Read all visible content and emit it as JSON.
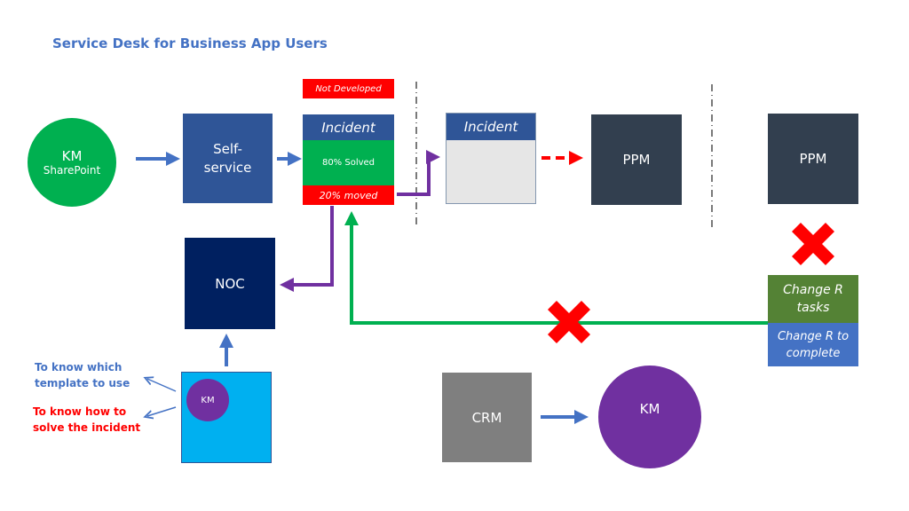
{
  "title": "Service Desk for Business App Users",
  "nodes": {
    "km_sharepoint": {
      "line1": "KM",
      "line2": "SharePoint",
      "color": "#00b050"
    },
    "self_service": {
      "line1": "Self-",
      "line2": "service",
      "color": "#2f5597"
    },
    "not_developed": {
      "label": "Not Developed",
      "color": "#ff0000"
    },
    "incident_primary": {
      "header": "Incident",
      "solved": "80% Solved",
      "moved": "20% moved"
    },
    "incident_secondary": {
      "header": "Incident"
    },
    "ppm_1": {
      "label": "PPM",
      "color": "#323f4f"
    },
    "ppm_2": {
      "label": "PPM",
      "color": "#323f4f"
    },
    "noc": {
      "label": "NOC",
      "color": "#002060"
    },
    "change_r": {
      "tasks_line1": "Change R",
      "tasks_line2": "tasks",
      "complete_line1": "Change R to",
      "complete_line2": "complete"
    },
    "km_small": {
      "label": "KM"
    },
    "crm": {
      "label": "CRM",
      "color": "#7f7f7f"
    },
    "km_big": {
      "label": "KM",
      "color": "#7030a0"
    }
  },
  "notes": {
    "template": {
      "line1": "To know which",
      "line2": "template to use",
      "color": "#4472c4"
    },
    "solve": {
      "line1": "To know how to",
      "line2": "solve the incident",
      "color": "#ff0000"
    }
  },
  "colors": {
    "blue_arrow": "#4472c4",
    "purple_arrow": "#7030a0",
    "green_arrow": "#00b050",
    "red_x": "#ff0000"
  }
}
